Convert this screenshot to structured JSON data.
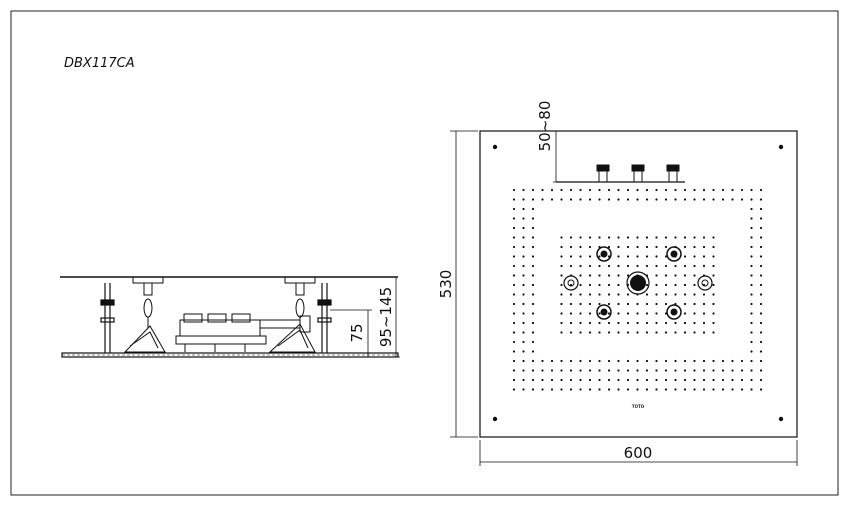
{
  "drawing": {
    "model": "DBX117CA",
    "side_view": {
      "dim_height_range": "95~145",
      "dim_body_height": "75"
    },
    "top_view": {
      "dim_width": "600",
      "dim_depth": "530",
      "dim_offset": "50~80",
      "brand_mark": "TOTO"
    }
  }
}
